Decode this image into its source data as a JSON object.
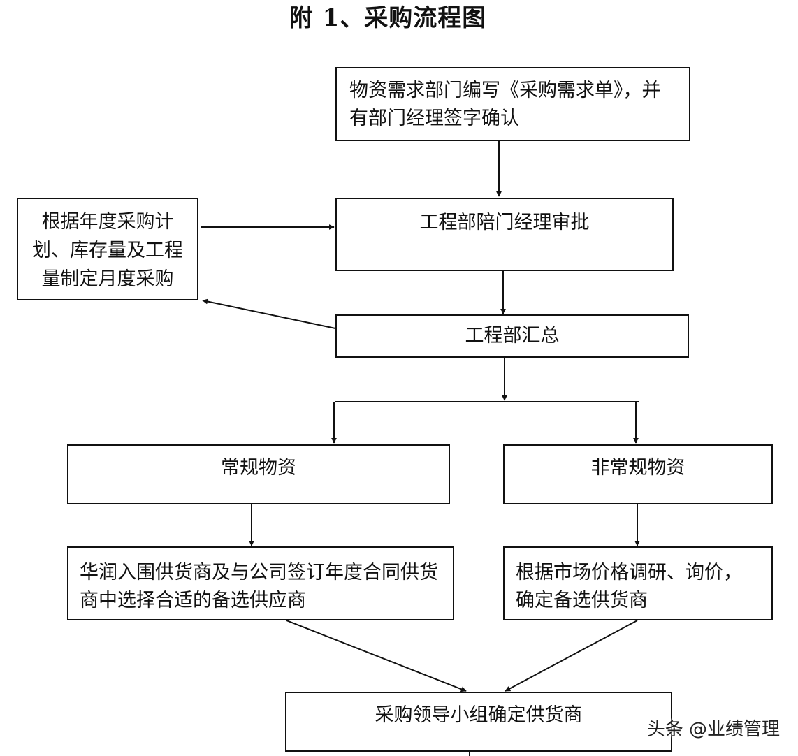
{
  "title": "附 1、采购流程图",
  "nodes": {
    "request": "物资需求部门编写《采购需求单》，并有部门经理签字确认",
    "plan_line1": "根据年度采购计",
    "plan_line2": "划、库存量及工程",
    "plan_line3": "量制定月度采购",
    "approve": "工程部陪门经理审批",
    "summary": "工程部汇总",
    "regular": "常规物资",
    "nonregular": "非常规物资",
    "regular_select": "华润入围供货商及与公司签订年度合同供货商中选择合适的备选供应商",
    "nonregular_select": "根据市场价格调研、询价，确定备选供货商",
    "final": "采购领导小组确定供货商"
  },
  "watermark": "头条 @业绩管理"
}
